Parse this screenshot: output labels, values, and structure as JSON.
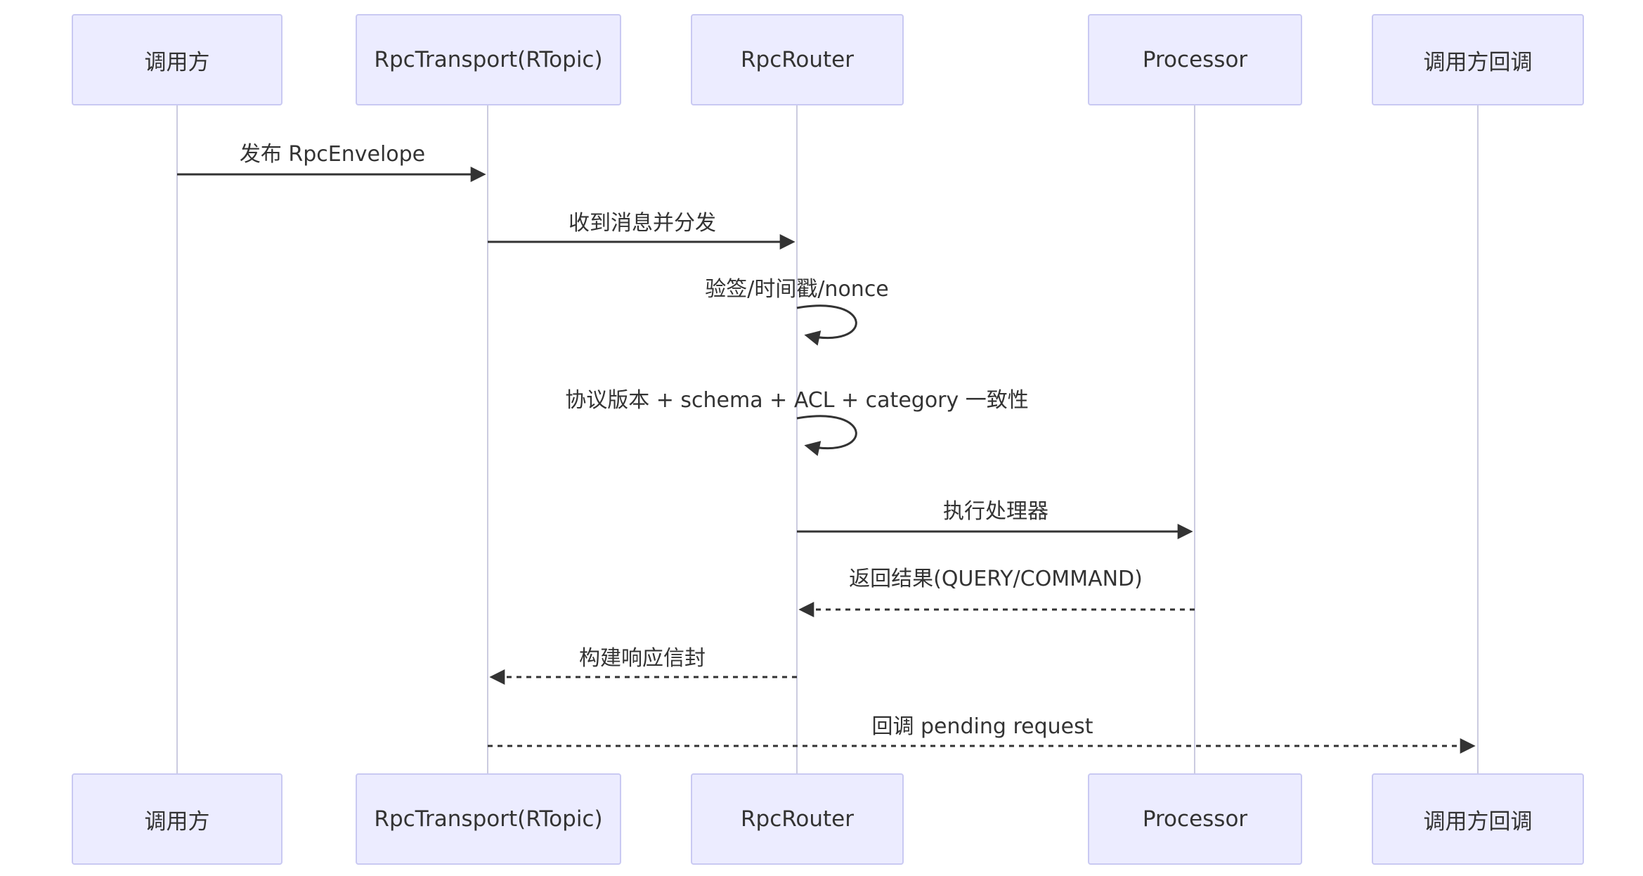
{
  "diagram": {
    "type": "sequence-diagram",
    "participants": [
      {
        "id": "caller",
        "label": "调用方"
      },
      {
        "id": "transport",
        "label": "RpcTransport(RTopic)"
      },
      {
        "id": "router",
        "label": "RpcRouter"
      },
      {
        "id": "processor",
        "label": "Processor"
      },
      {
        "id": "callback",
        "label": "调用方回调"
      }
    ],
    "messages": [
      {
        "from": "caller",
        "to": "transport",
        "label": "发布 RpcEnvelope",
        "line": "solid",
        "kind": "message"
      },
      {
        "from": "transport",
        "to": "router",
        "label": "收到消息并分发",
        "line": "solid",
        "kind": "message"
      },
      {
        "from": "router",
        "to": "router",
        "label": "验签/时间戳/nonce",
        "line": "solid",
        "kind": "self-loop"
      },
      {
        "from": "router",
        "to": "router",
        "label": "协议版本 + schema + ACL + category 一致性",
        "line": "solid",
        "kind": "self-loop"
      },
      {
        "from": "router",
        "to": "processor",
        "label": "执行处理器",
        "line": "solid",
        "kind": "message"
      },
      {
        "from": "processor",
        "to": "router",
        "label": "返回结果(QUERY/COMMAND)",
        "line": "dashed",
        "kind": "message"
      },
      {
        "from": "router",
        "to": "transport",
        "label": "构建响应信封",
        "line": "dashed",
        "kind": "message"
      },
      {
        "from": "transport",
        "to": "callback",
        "label": "回调 pending request",
        "line": "dashed",
        "kind": "message"
      }
    ],
    "colors": {
      "participant_fill": "#ECECFF",
      "participant_border": "#C9C9F2",
      "lifeline": "#CBCBE0",
      "arrow": "#333333",
      "text": "#333333",
      "background": "#FFFFFF"
    }
  }
}
